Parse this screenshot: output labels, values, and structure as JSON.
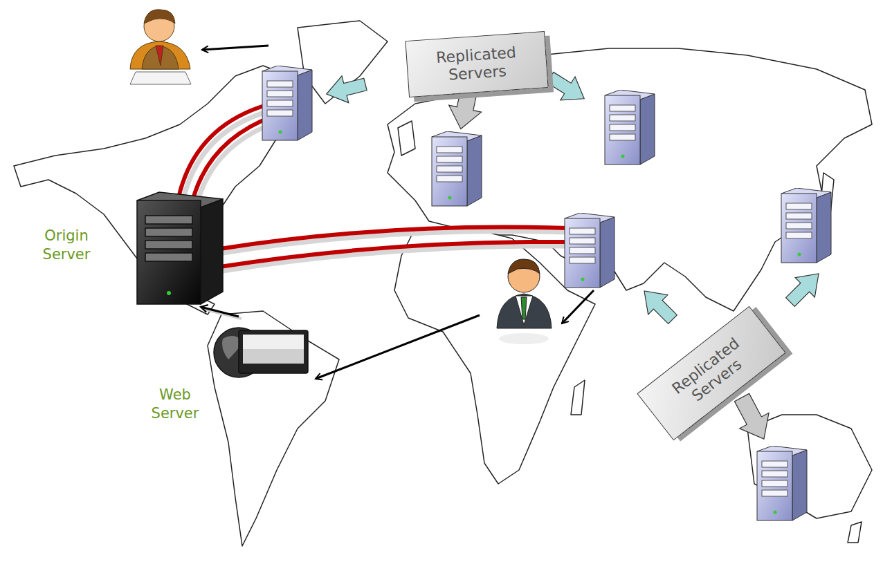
{
  "diagram": {
    "nodes": [
      {
        "text": [
          "Replicated Servers"
        ]
      },
      {
        "text": [
          "Replicated Servers"
        ]
      },
      {
        "text": [
          "Origin Server"
        ]
      },
      {
        "text": [
          "Web Server"
        ]
      }
    ],
    "edges": [
      {
        "from": 3,
        "to": 2,
        "arrow": "to"
      }
    ]
  }
}
